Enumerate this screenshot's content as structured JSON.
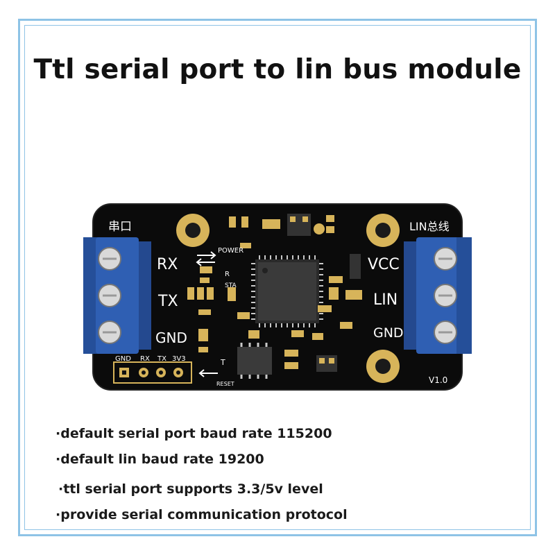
{
  "title": "Ttl serial port to lin bus module",
  "board": {
    "left_header": "串口",
    "right_header": "LIN总线",
    "left_pins": [
      "RX",
      "TX",
      "GND"
    ],
    "right_pins": [
      "VCC",
      "LIN",
      "GND"
    ],
    "header_pins": [
      "GND",
      "RX",
      "TX",
      "3V3"
    ],
    "silk_power": "POWER",
    "silk_r": "R",
    "silk_sta": "STA",
    "silk_t": "T",
    "silk_reset": "RESET",
    "version": "V1.0"
  },
  "features": [
    "·default serial port baud rate 115200",
    "·default lin baud rate 19200",
    "·ttl serial port supports 3.3/5v level",
    "·provide serial communication protocol"
  ],
  "colors": {
    "frame": "#8ec3e6",
    "pcb": "#0b0b0b",
    "terminal": "#2f5fb3",
    "pad_gold": "#d7b45a"
  }
}
